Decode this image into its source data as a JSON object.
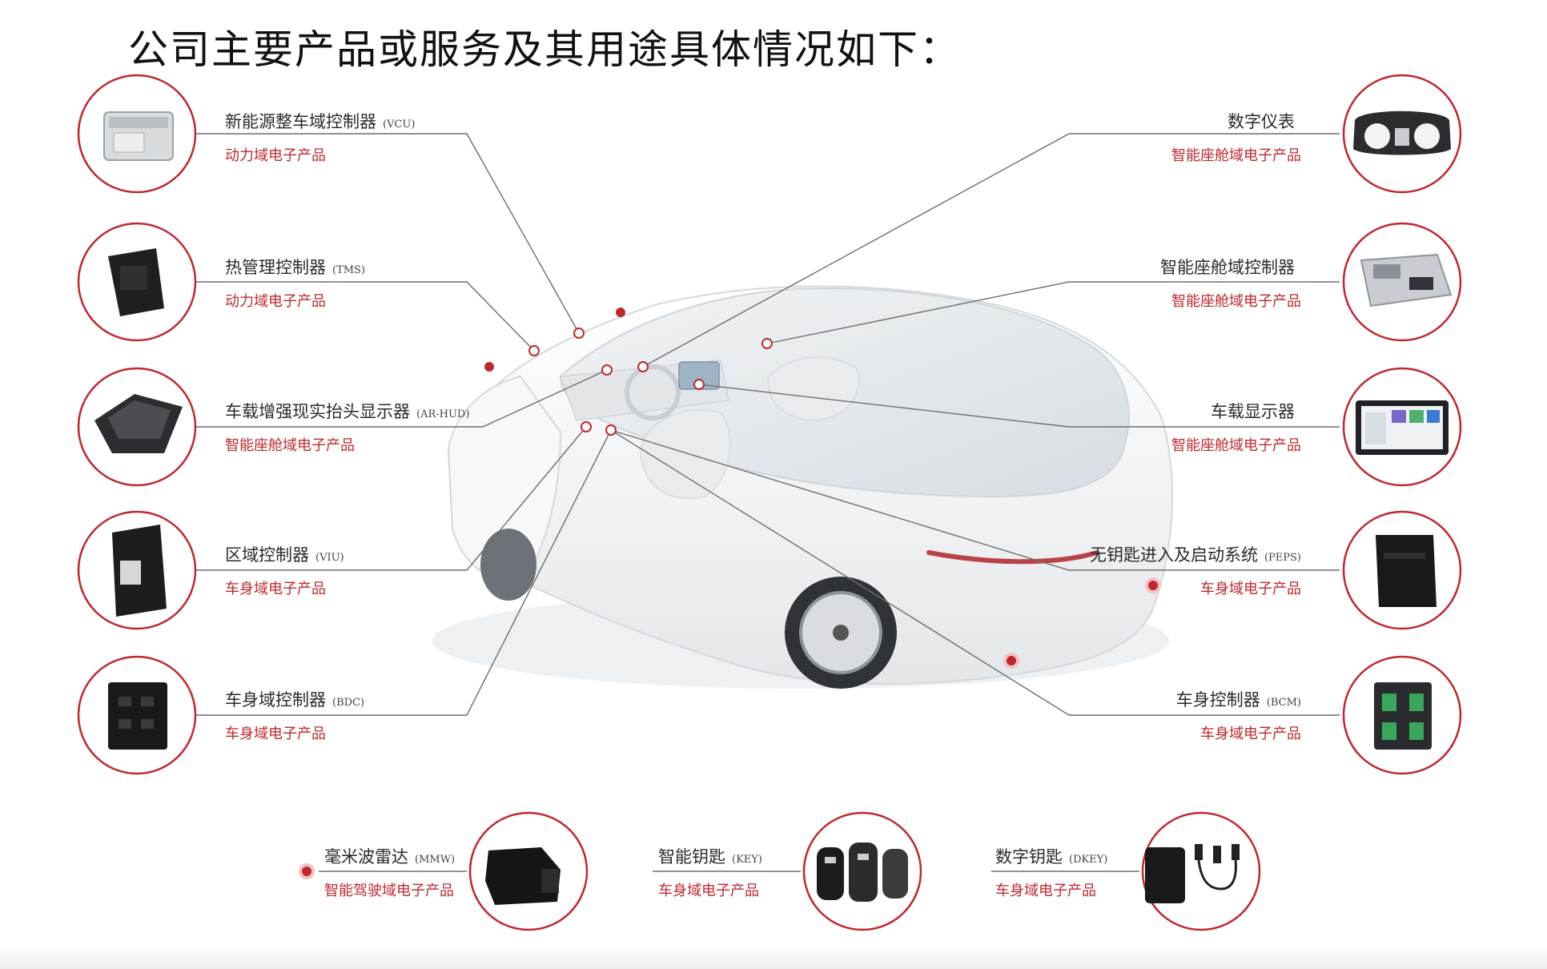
{
  "title": "公司主要产品或服务及其用途具体情况如下：",
  "products": [
    {
      "id": "vcu",
      "name": "新能源整车域控制器",
      "code": "(VCU)",
      "category": "动力域电子产品",
      "icon": "vcu-controller-icon"
    },
    {
      "id": "tms",
      "name": "热管理控制器",
      "code": "(TMS)",
      "category": "动力域电子产品",
      "icon": "tms-controller-icon"
    },
    {
      "id": "arhud",
      "name": "车载增强现实抬头显示器",
      "code": "(AR-HUD)",
      "category": "智能座舱域电子产品",
      "icon": "ar-hud-icon"
    },
    {
      "id": "viu",
      "name": "区域控制器",
      "code": "(VIU)",
      "category": "车身域电子产品",
      "icon": "viu-controller-icon"
    },
    {
      "id": "bdc",
      "name": "车身域控制器",
      "code": "(BDC)",
      "category": "车身域电子产品",
      "icon": "bdc-controller-icon"
    },
    {
      "id": "cluster",
      "name": "数字仪表",
      "code": "",
      "category": "智能座舱域电子产品",
      "icon": "digital-cluster-icon"
    },
    {
      "id": "cockpit",
      "name": "智能座舱域控制器",
      "code": "",
      "category": "智能座舱域电子产品",
      "icon": "cockpit-controller-icon"
    },
    {
      "id": "display",
      "name": "车载显示器",
      "code": "",
      "category": "智能座舱域电子产品",
      "icon": "car-display-icon"
    },
    {
      "id": "peps",
      "name": "无钥匙进入及启动系统",
      "code": "(PEPS)",
      "category": "车身域电子产品",
      "icon": "peps-module-icon"
    },
    {
      "id": "bcm",
      "name": "车身控制器",
      "code": "(BCM)",
      "category": "车身域电子产品",
      "icon": "bcm-module-icon"
    },
    {
      "id": "mmw",
      "name": "毫米波雷达",
      "code": "(MMW)",
      "category": "智能驾驶域电子产品",
      "icon": "radar-module-icon"
    },
    {
      "id": "key",
      "name": "智能钥匙",
      "code": "(KEY)",
      "category": "车身域电子产品",
      "icon": "smart-key-icon"
    },
    {
      "id": "dkey",
      "name": "数字钥匙",
      "code": "(DKEY)",
      "category": "车身域电子产品",
      "icon": "digital-key-icon"
    }
  ],
  "colors": {
    "accent": "#c0272d",
    "line": "#6d6d6d",
    "car": "#f4f6f8"
  }
}
